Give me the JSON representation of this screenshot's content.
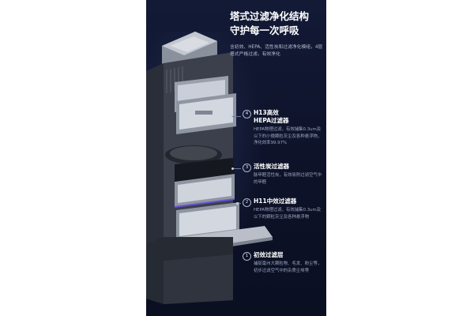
{
  "title_line1": "塔式过滤净化结构",
  "title_line2": "守护每一次呼吸",
  "subtitle": "含初效、HEPA、活性炭和过滤净化模组，4层塔式严格过滤，有效净化",
  "features": [
    {
      "num": "4",
      "name_line1": "H13高效",
      "name_line2": "HEPA过滤器",
      "desc": "HEPA物理过滤，有效捕集0.3um及以下的小微颗粒灰尘及各种悬浮物，净化效率99.97%"
    },
    {
      "num": "3",
      "name_line1": "活性炭过滤器",
      "desc": "脉甲醛活性炭，有效吸附过滤空气中的甲醛"
    },
    {
      "num": "2",
      "name_line1": "H11中效过滤器",
      "desc": "HEPA物理过滤，有效捕集0.3um及以下的颗粒灰尘及各种悬浮物"
    },
    {
      "num": "1",
      "name_line1": "初效过滤层",
      "desc": "捕捉毫州大颗粒物、毛发、粉尘等，初步过滤空气中的杂质尘埃等"
    }
  ],
  "colors": {
    "background": "#0e1430",
    "accent_purple": "#6b4fd8",
    "drawer_silver": "#c9ced8"
  }
}
